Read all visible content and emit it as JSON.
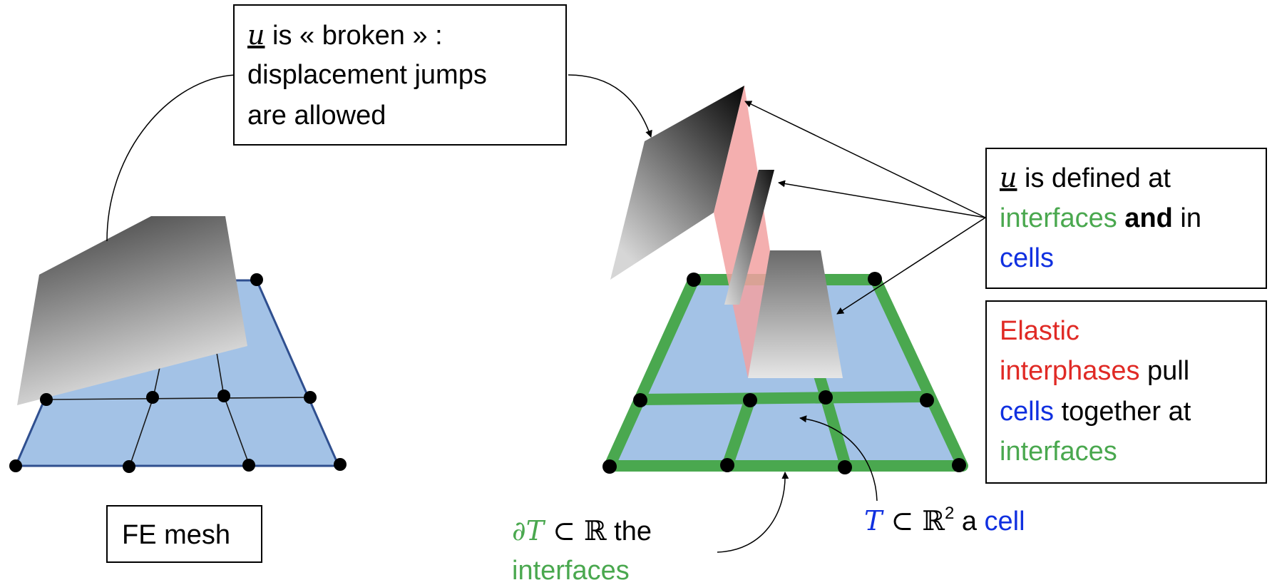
{
  "colors": {
    "cell_fill": "#a3c2e6",
    "interface_green": "#4aa84f",
    "text_blue": "#1030e0",
    "text_red": "#e02a25",
    "interphase_pink": "#f2a1a1",
    "mesh_edge": "#2f4f8f"
  },
  "callout_broken": {
    "u_symbol": "u",
    "line1_rest": " is « broken » :",
    "line2": "displacement jumps",
    "line3": "are allowed"
  },
  "callout_defined": {
    "u_symbol": "u",
    "line1_rest": " is defined at",
    "interfaces": "interfaces",
    "and_word": " and",
    "in_word": " in",
    "cells": "cells"
  },
  "callout_elastic": {
    "elastic": "Elastic",
    "interphases": "interphases",
    "pull": " pull",
    "cells": "cells",
    "together_at": " together at",
    "interfaces": "interfaces"
  },
  "fe_mesh_label": "FE mesh",
  "boundary_label": {
    "symbol": "∂T",
    "subset": " ⊂ ℝ",
    "the": " the",
    "interfaces": "interfaces"
  },
  "cell_label": {
    "symbol": "T",
    "subset": " ⊂ ℝ",
    "exponent": "2",
    "a": " a ",
    "cell": "cell"
  }
}
